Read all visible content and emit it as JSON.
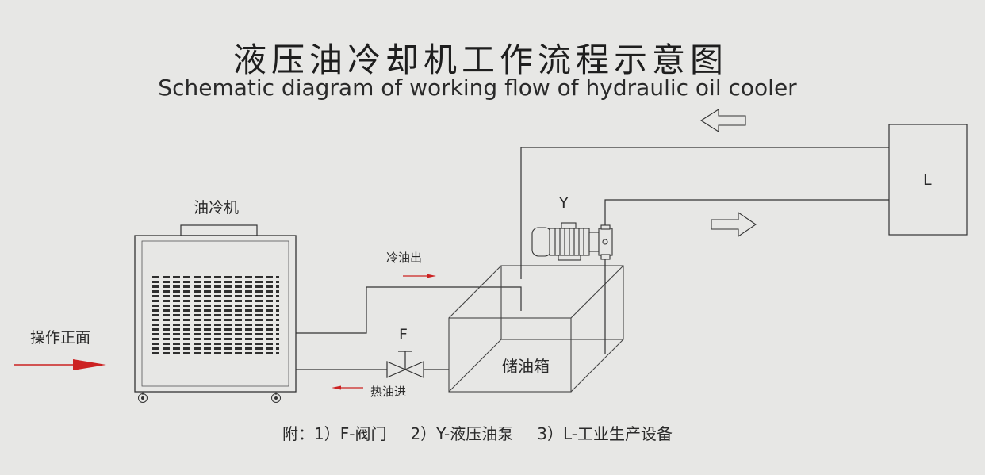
{
  "title_cn": "液压油冷却机工作流程示意图",
  "title_en": "Schematic diagram of working flow of hydraulic oil cooler",
  "labels": {
    "chiller": "油冷机",
    "operate_front": "操作正面",
    "cold_oil_out": "冷油出",
    "hot_oil_in": "热油进",
    "valve": "F",
    "pump": "Y",
    "equipment": "L",
    "tank": "储油箱"
  },
  "notes": {
    "prefix": "附：",
    "item1": "1）F-阀门",
    "item2": "2）Y-液压油泵",
    "item3": "3）L-工业生产设备"
  },
  "colors": {
    "background": "#e7e7e5",
    "line": "#333333",
    "arrow_red": "#cc2222"
  }
}
